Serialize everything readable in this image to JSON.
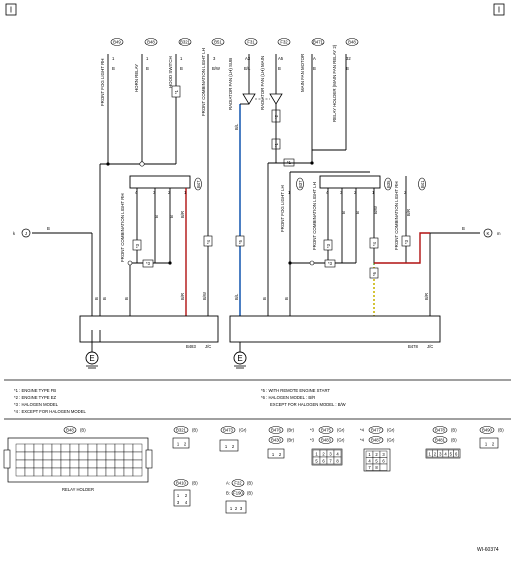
{
  "page": {
    "marker_left": "I",
    "marker_right": "I",
    "doc_id": "WI-60374"
  },
  "left_components": [
    {
      "name": "FRONT FOG LIGHT RH",
      "conn": "B49",
      "pin": "1",
      "wire": "B"
    },
    {
      "name": "HORN RELAY",
      "conn": "B48",
      "pin": "1",
      "wire": "B"
    },
    {
      "name": "HOOD SWITCH",
      "conn": "B321",
      "pin": "1",
      "wire": "B"
    },
    {
      "name": "FRONT COMBINATION LIGHT LH",
      "conn": "B51",
      "pin": "3",
      "wire": "B/W"
    }
  ],
  "right_components": [
    {
      "name": "RADIATOR FAN (LH) SUB",
      "conn": "F31",
      "pin": "A3",
      "wire": "B/L"
    },
    {
      "name": "RADIATOR FAN (LH) MAIN",
      "conn": "F32",
      "pin": "A5",
      "wire": "B"
    },
    {
      "name": "MAIN FAN MOTOR",
      "conn": "B471",
      "pin": "A",
      "wire": "B"
    },
    {
      "name": "RELAY HOLDER (MAIN FAN RELAY 2)",
      "conn": "B48",
      "pin": "32",
      "wire": "B"
    }
  ],
  "left_lamp": {
    "name": "FRONT COMBINATION LIGHT RH",
    "conn": "B47",
    "pins": [
      "4",
      "3",
      "2",
      "1"
    ],
    "wires": [
      "B",
      "B",
      "B/R",
      "B"
    ]
  },
  "right_lamp_lh": {
    "name": "FRONT COMBINATION LIGHT LH",
    "conn": "B35",
    "pins": [
      "4",
      "3",
      "2",
      "1"
    ],
    "wires": [
      "B",
      "B",
      "B/W",
      "B"
    ]
  },
  "right_lamp_rh": {
    "name": "FRONT COMBINATION LIGHT RH",
    "conn": "B41",
    "pin": "2",
    "wire": "B/R"
  },
  "fog_lh": {
    "name": "FRONT FOG LIGHT LH",
    "conn": "B37",
    "pin": "1",
    "wire": "B"
  },
  "wire_labels": {
    "left_b": "B",
    "right_b": "B",
    "bl": "B/L",
    "bw": "B/W",
    "br": "B/R",
    "left_bus": [
      "B",
      "B",
      "B",
      "B",
      "B/R",
      "B/W"
    ],
    "right_bus": [
      "B/L",
      "B",
      "B",
      "B/W",
      "B/R"
    ]
  },
  "notes": {
    "n1": "*1 : ENGINE TYPE FB",
    "n2": "*2 : ENGINE TYPE EZ",
    "n3": "*3 : HALOGEN MODEL",
    "n4": "*4 : EXCEPT FOR HALOGEN MODEL",
    "n5": "*5 : WITH REMOTE ENGINE START",
    "n6": "*6 : HALOGEN MODEL : B/R",
    "n6b": "EXCEPT FOR HALOGEN MODEL : B/W"
  },
  "tags": {
    "s1": "*1",
    "s2": "*2",
    "s3": "*3",
    "s4": "*4",
    "s5": "*5",
    "s6": "*6"
  },
  "terminals": {
    "left_num": "9",
    "right_num": "12",
    "left_letter": "J",
    "right_letter": "K",
    "left_lead": "k",
    "right_lead": "m"
  },
  "ground": {
    "symbol": "E"
  },
  "jc": {
    "left": "B483",
    "right": "B478",
    "suffix": "J/C"
  },
  "connectors": {
    "relay_holder": {
      "id": "B48",
      "color": "(B)",
      "caption": "RELAY HOLDER"
    },
    "c_b321": {
      "id": "B321",
      "color": "(B)",
      "pins": [
        "1",
        "2"
      ]
    },
    "c_b410": {
      "id": "B410",
      "color": "(B)",
      "pins": [
        "1",
        "2",
        "3",
        "4"
      ]
    },
    "c_b473": {
      "id": "B473",
      "color": "(Gr)",
      "pins": [
        "1",
        "2"
      ]
    },
    "c_b476": {
      "id": "B476",
      "color": "(Br)"
    },
    "c_b430": {
      "id": "B430",
      "color": "(Br)",
      "pins": [
        "1",
        "2"
      ]
    },
    "c_b475": {
      "id": "B475",
      "color": "(Gr)"
    },
    "c_b483": {
      "id": "B483",
      "color": "(Gr)",
      "pins": [
        "1",
        "2",
        "3",
        "4",
        "5",
        "6",
        "7",
        "8"
      ]
    },
    "c_b477": {
      "id": "B477",
      "color": "(Gr)"
    },
    "c_b487": {
      "id": "B487",
      "color": "(Gr)",
      "pins": [
        "1",
        "2",
        "3",
        "4",
        "5",
        "6",
        "7",
        "8"
      ]
    },
    "c_b478": {
      "id": "B478",
      "color": "(B)"
    },
    "c_b481": {
      "id": "B481",
      "color": "(B)",
      "pins": [
        "1",
        "2",
        "3",
        "4",
        "5",
        "6"
      ]
    },
    "c_b490": {
      "id": "B490",
      "color": "(B)",
      "pins": [
        "1",
        "2"
      ]
    },
    "c_f22": {
      "id": "F22",
      "color": "(B)",
      "pre": "A:"
    },
    "c_f190": {
      "id": "F190",
      "color": "(B)",
      "pre": "B:",
      "pins": [
        "1",
        "2",
        "3"
      ]
    }
  },
  "colors": {
    "blue": "#1f5fb4",
    "red": "#b01010",
    "green": "#6ab04c",
    "yellow": "#e0c020",
    "line": "#000000"
  }
}
